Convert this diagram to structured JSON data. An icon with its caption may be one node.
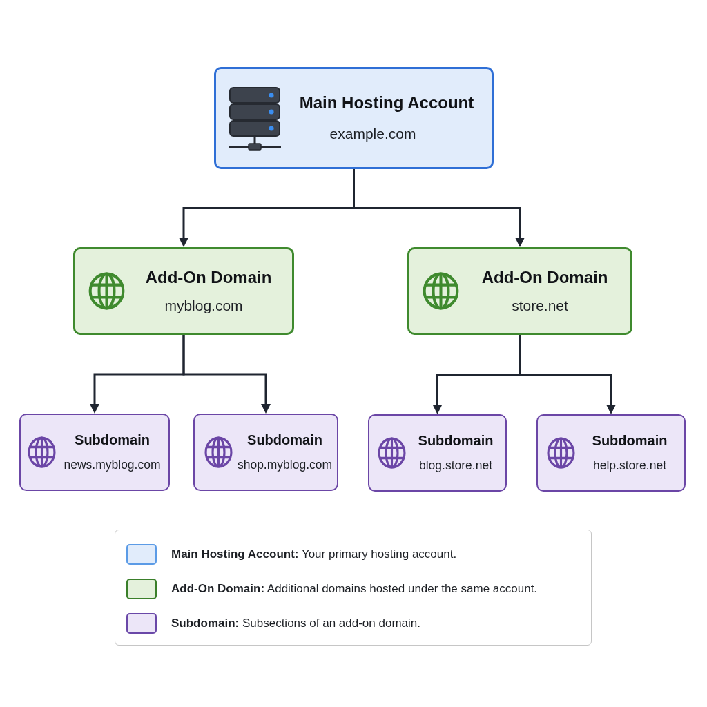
{
  "diagram": {
    "nodes": [
      {
        "text": [
          "Main Hosting Account",
          "example.com"
        ]
      },
      {
        "text": [
          "Add-On Domain",
          "myblog.com"
        ]
      },
      {
        "text": [
          "Add-On Domain",
          "store.net"
        ]
      },
      {
        "text": [
          "Subdomain",
          "news.myblog.com"
        ]
      },
      {
        "text": [
          "Subdomain",
          "shop.myblog.com"
        ]
      },
      {
        "text": [
          "Subdomain",
          "blog.store.net"
        ]
      },
      {
        "text": [
          "Subdomain",
          "help.store.net"
        ]
      }
    ],
    "edges": [
      {
        "from": 0,
        "to": 1,
        "arrow": "to"
      },
      {
        "from": 0,
        "to": 2,
        "arrow": "to"
      },
      {
        "from": 1,
        "to": 3,
        "arrow": "to"
      },
      {
        "from": 1,
        "to": 4,
        "arrow": "to"
      },
      {
        "from": 2,
        "to": 5,
        "arrow": "to"
      },
      {
        "from": 2,
        "to": 6,
        "arrow": "to"
      }
    ],
    "legend": [
      {
        "text": "**Main Hosting Account:** Your primary hosting account.",
        "color": "#e1ecfb"
      },
      {
        "text": "**Add-On Domain:** Additional domains hosted under the same account.",
        "color": "#e4f1dc"
      },
      {
        "text": "**Subdomain:** Subsections of an add-on domain.",
        "color": "#ece6f8"
      }
    ]
  }
}
